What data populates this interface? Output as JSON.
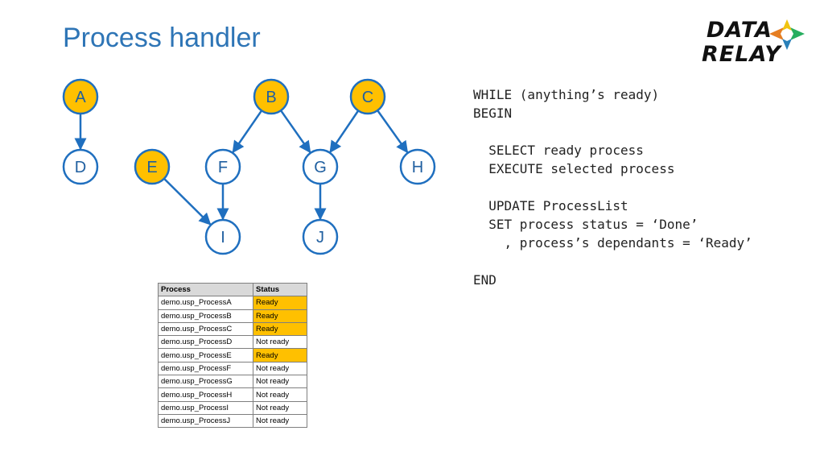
{
  "title": "Process handler",
  "logo": {
    "line1": "DATA",
    "line2": "RELAY"
  },
  "colors": {
    "accent": "#2e75b6",
    "ready": "#ffc000",
    "node_fill": "#ffffff",
    "edge": "#1f6fbf"
  },
  "graph": {
    "nodes": [
      {
        "id": "A",
        "label": "A",
        "ready": true
      },
      {
        "id": "B",
        "label": "B",
        "ready": true
      },
      {
        "id": "C",
        "label": "C",
        "ready": true
      },
      {
        "id": "D",
        "label": "D",
        "ready": false
      },
      {
        "id": "E",
        "label": "E",
        "ready": true
      },
      {
        "id": "F",
        "label": "F",
        "ready": false
      },
      {
        "id": "G",
        "label": "G",
        "ready": false
      },
      {
        "id": "H",
        "label": "H",
        "ready": false
      },
      {
        "id": "I",
        "label": "I",
        "ready": false
      },
      {
        "id": "J",
        "label": "J",
        "ready": false
      }
    ],
    "edges": [
      {
        "from": "A",
        "to": "D"
      },
      {
        "from": "B",
        "to": "F"
      },
      {
        "from": "B",
        "to": "G"
      },
      {
        "from": "C",
        "to": "G"
      },
      {
        "from": "C",
        "to": "H"
      },
      {
        "from": "E",
        "to": "I"
      },
      {
        "from": "F",
        "to": "I"
      },
      {
        "from": "G",
        "to": "J"
      }
    ]
  },
  "code_lines": [
    "WHILE (anything’s ready)",
    "BEGIN",
    "",
    "  SELECT ready process",
    "  EXECUTE selected process",
    "",
    "  UPDATE ProcessList",
    "  SET process status = ‘Done’",
    "    , process’s dependants = ‘Ready’",
    "",
    "END"
  ],
  "table": {
    "headers": [
      "Process",
      "Status"
    ],
    "rows": [
      {
        "process": "demo.usp_ProcessA",
        "status": "Ready"
      },
      {
        "process": "demo.usp_ProcessB",
        "status": "Ready"
      },
      {
        "process": "demo.usp_ProcessC",
        "status": "Ready"
      },
      {
        "process": "demo.usp_ProcessD",
        "status": "Not ready"
      },
      {
        "process": "demo.usp_ProcessE",
        "status": "Ready"
      },
      {
        "process": "demo.usp_ProcessF",
        "status": "Not ready"
      },
      {
        "process": "demo.usp_ProcessG",
        "status": "Not ready"
      },
      {
        "process": "demo.usp_ProcessH",
        "status": "Not ready"
      },
      {
        "process": "demo.usp_ProcessI",
        "status": "Not ready"
      },
      {
        "process": "demo.usp_ProcessJ",
        "status": "Not ready"
      }
    ]
  }
}
